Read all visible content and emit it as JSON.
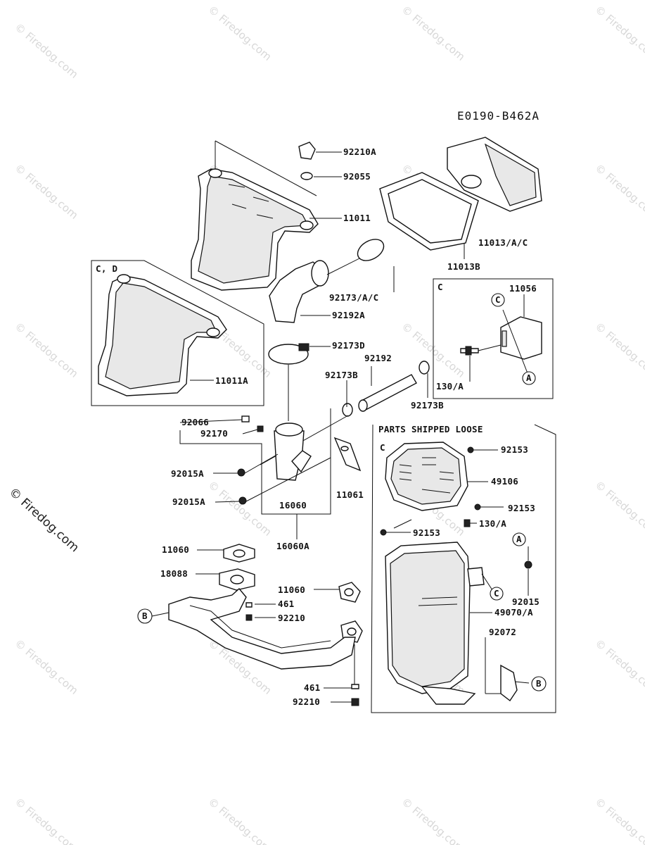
{
  "diagram_code": "E0190-B462A",
  "watermark": "© Firedog.com",
  "labels": {
    "p92210A": "92210A",
    "p92055": "92055",
    "p11011": "11011",
    "p11013AC": "11013/A/C",
    "p11013B": "11013B",
    "p92173AC": "92173/A/C",
    "p92192A": "92192A",
    "p92173D": "92173D",
    "p11011A": "11011A",
    "p92192": "92192",
    "p92173B_top": "92173B",
    "p92173B_bot": "92173B",
    "p92066": "92066",
    "p92170": "92170",
    "p92015A_1": "92015A",
    "p92015A_2": "92015A",
    "p16060": "16060",
    "p16060A": "16060A",
    "p11061": "11061",
    "p11060_1": "11060",
    "p18088": "18088",
    "p11060_2": "11060",
    "p461_1": "461",
    "p92210_1": "92210",
    "p461_2": "461",
    "p92210_2": "92210",
    "p11056": "11056",
    "p130A_1": "130/A",
    "p92153_1": "92153",
    "p49106": "49106",
    "p92153_2": "92153",
    "p92153_3": "92153",
    "p130A_2": "130/A",
    "p92015": "92015",
    "p49070A": "49070/A",
    "p92072": "92072"
  },
  "boxes": {
    "cd_title": "C, D",
    "c_title": "C",
    "loose_header": "PARTS SHIPPED LOOSE",
    "loose_c": "C"
  },
  "callouts": {
    "a": "A",
    "b": "B",
    "c": "C"
  }
}
